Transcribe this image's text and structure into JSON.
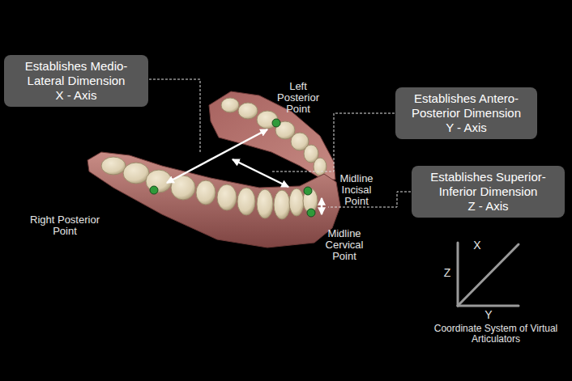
{
  "diagram": {
    "nodes": [
      {
        "text": [
          "Establishes Medio-Lateral Dimension",
          "X - Axis"
        ]
      },
      {
        "text": [
          "Establishes Antero-Posterior Dimension",
          "Y - Axis"
        ]
      },
      {
        "text": [
          "Establishes Superior-Inferior Dimension",
          "Z - Axis"
        ]
      }
    ],
    "labels": [
      "Left Posterior Point",
      "Midline Incisal Point",
      "Right Posterior Point",
      "Midline Cervical Point",
      "Z",
      "X",
      "Y",
      "Coordinate System of Virtual Articulators"
    ]
  }
}
